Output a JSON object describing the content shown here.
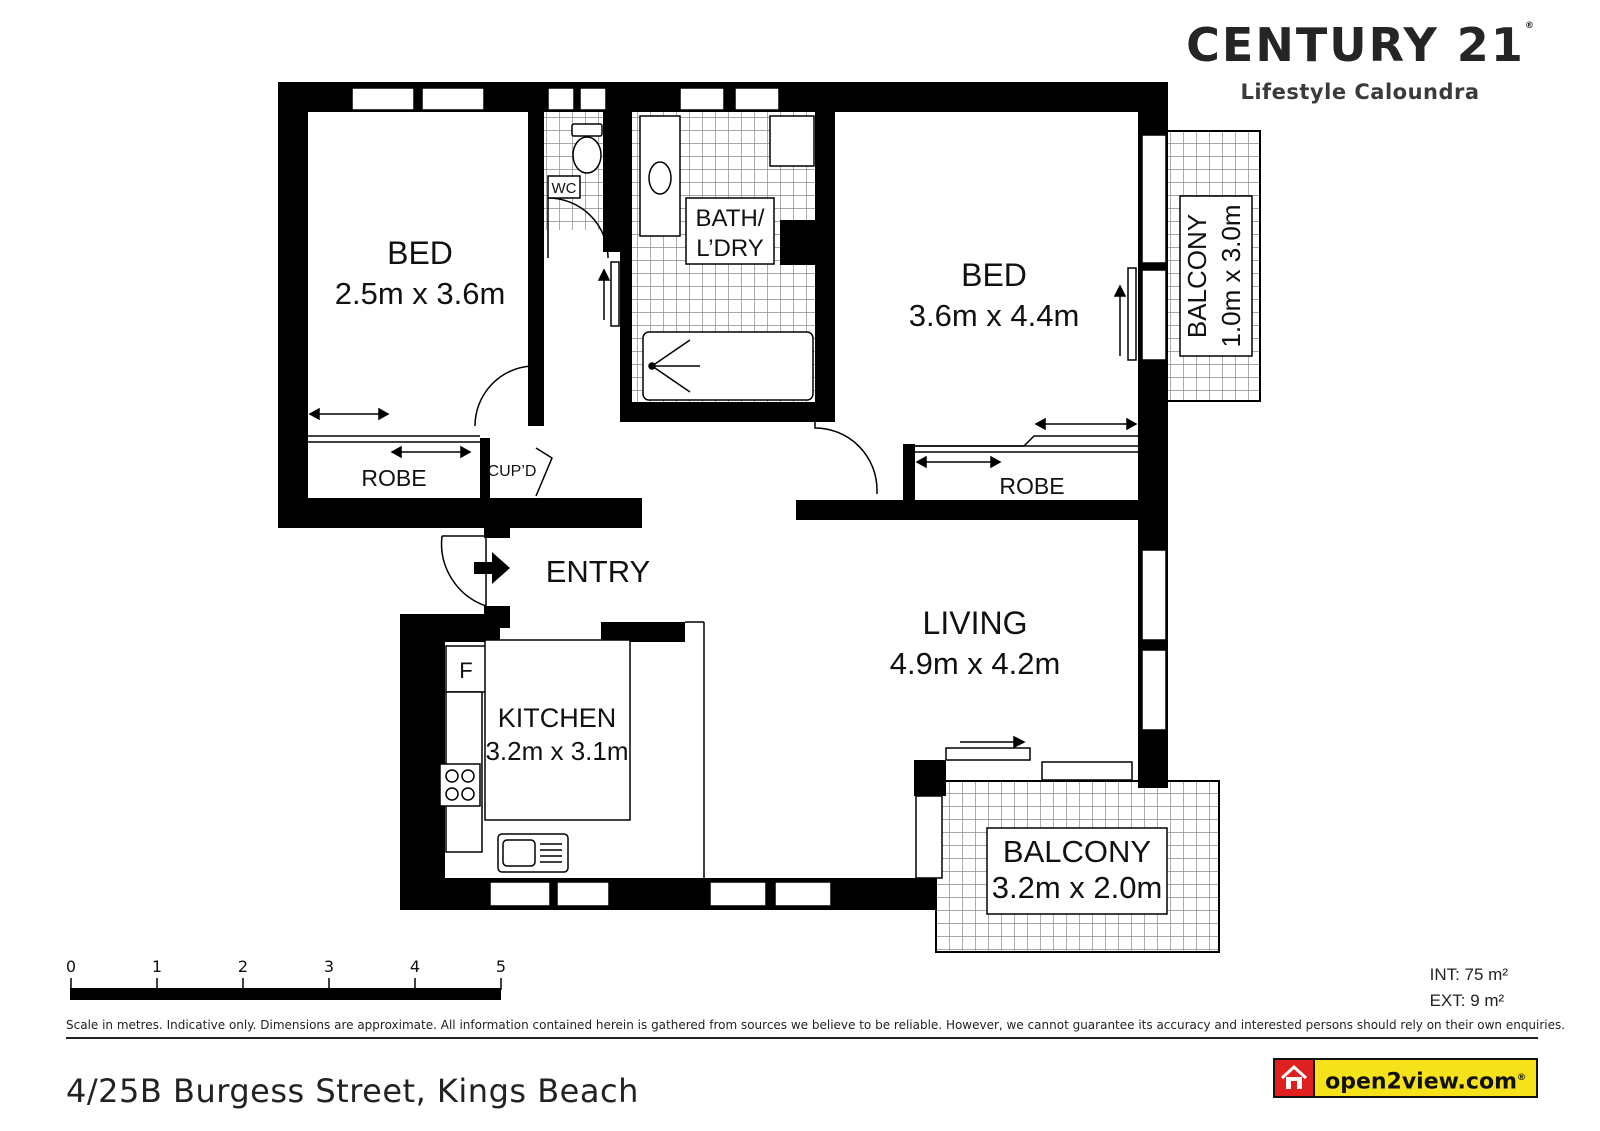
{
  "brand": {
    "name": "CENTURY 21",
    "reg_mark": "®",
    "office": "Lifestyle Caloundra"
  },
  "rooms": {
    "bed1": {
      "name": "BED",
      "size": "2.5m x 3.6m"
    },
    "bed2": {
      "name": "BED",
      "size": "3.6m x 4.4m"
    },
    "living": {
      "name": "LIVING",
      "size": "4.9m x 4.2m"
    },
    "kitchen": {
      "name": "KITCHEN",
      "size": "3.2m x 3.1m"
    },
    "balcony_main": {
      "name": "BALCONY",
      "size": "3.2m x 2.0m"
    },
    "balcony_side": {
      "name": "BALCONY",
      "size": "1.0m x 3.0m"
    },
    "bath": {
      "line1": "BATH/",
      "line2": "L’DRY"
    },
    "wc": "WC",
    "robe1": "ROBE",
    "robe2": "ROBE",
    "cupboard": "CUP’D",
    "entry": "ENTRY",
    "fridge": "F"
  },
  "scale": {
    "ticks": [
      "0",
      "1",
      "2",
      "3",
      "4",
      "5"
    ]
  },
  "areas": {
    "internal": "INT: 75 m²",
    "external": "EXT: 9 m²"
  },
  "disclaimer": "Scale in metres. Indicative only. Dimensions are approximate. All information contained herein is gathered from sources we believe to be reliable. However, we cannot guarantee its accuracy and interested persons should rely on their own enquiries.",
  "address": "4/25B Burgess Street, Kings Beach",
  "listing_logo": {
    "text": "open2view.com",
    "reg_mark": "®"
  },
  "colors": {
    "wall": "#000000",
    "tile_grid": "#8a8a8a",
    "logo_red": "#e02020",
    "logo_yellow": "#f5e21b"
  }
}
